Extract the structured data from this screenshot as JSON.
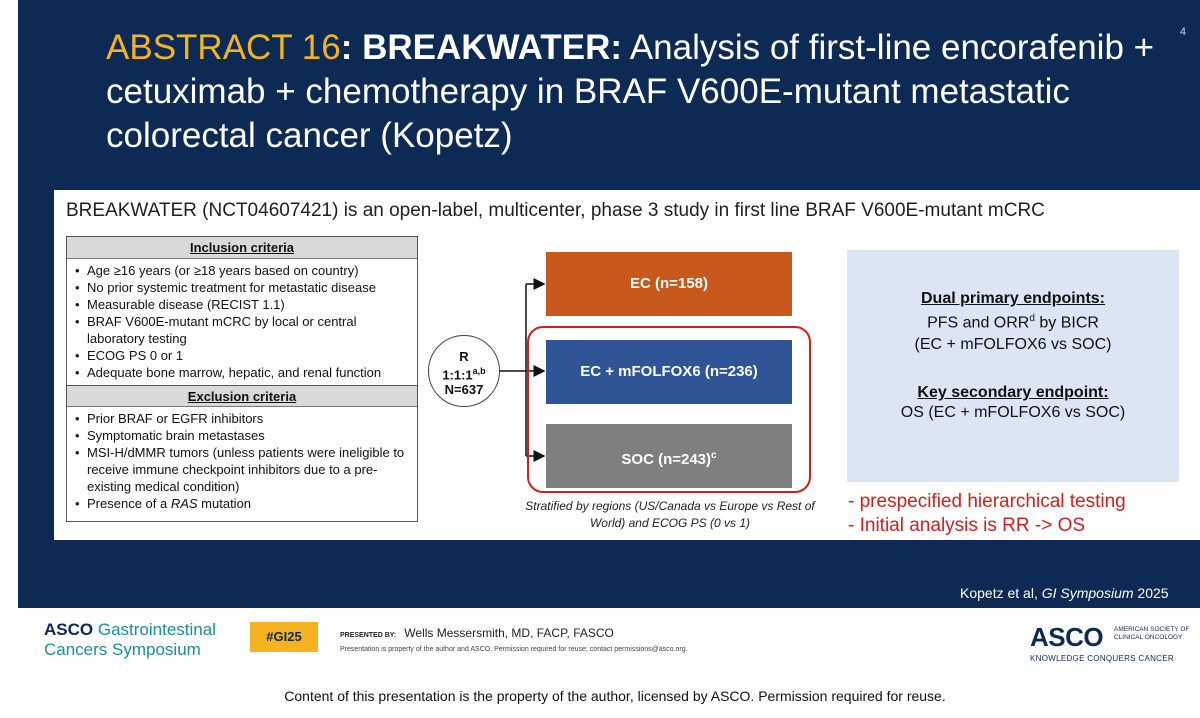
{
  "slide": {
    "page_number": "4",
    "title": {
      "abstract": "ABSTRACT 16",
      "sep": ": ",
      "study": "BREAKWATER:",
      "rest": " Analysis of first-line encorafenib + cetuximab + chemotherapy in BRAF V600E-mutant metastatic colorectal cancer (Kopetz)"
    },
    "content_title": "BREAKWATER (NCT04607421) is an open-label, multicenter, phase 3 study in first line BRAF V600E-mutant mCRC",
    "inclusion": {
      "heading": "Inclusion criteria",
      "items": [
        "Age ≥16 years (or ≥18 years based on country)",
        "No prior systemic treatment for metastatic disease",
        "Measurable disease (RECIST 1.1)",
        "BRAF V600E-mutant mCRC by local or central laboratory testing",
        "ECOG PS 0 or 1",
        "Adequate bone marrow, hepatic, and renal function"
      ]
    },
    "exclusion": {
      "heading": "Exclusion criteria",
      "items": [
        "Prior BRAF or EGFR inhibitors",
        "Symptomatic brain metastases",
        "MSI-H/dMMR tumors (unless patients were ineligible to receive immune checkpoint inhibitors due to a pre-existing medical condition)",
        "Presence of a RAS mutation"
      ]
    },
    "randomization": {
      "line1": "R",
      "line2": "1:1:1",
      "line2_sup": "a,b",
      "line3": "N=637"
    },
    "arms": {
      "ec": "EC (n=158)",
      "ec_mfolfox6": "EC + mFOLFOX6 (n=236)",
      "soc": "SOC (n=243)",
      "soc_sup": "c"
    },
    "stratification": "Stratified by regions (US/Canada vs Europe vs Rest of World) and ECOG PS (0 vs 1)",
    "endpoints": {
      "primary_heading": "Dual primary endpoints:",
      "primary_line1_a": "PFS and ORR",
      "primary_line1_sup": "d",
      "primary_line1_b": " by BICR",
      "primary_line2": "(EC + mFOLFOX6 vs SOC)",
      "secondary_heading": "Key secondary endpoint:",
      "secondary_line": "OS (EC + mFOLFOX6 vs SOC)"
    },
    "notes": [
      "- prespecified hierarchical testing",
      "- Initial analysis is RR -> OS"
    ],
    "citation_a": "Kopetz et al, ",
    "citation_b": "GI Symposium",
    "citation_c": " 2025"
  },
  "footer": {
    "brand_line1_a": "ASCO",
    "brand_line1_b": " Gastrointestinal",
    "brand_line2": "Cancers Symposium",
    "hashtag": "#GI25",
    "presented_by_label": "PRESENTED BY:",
    "presenter": "Wells Messersmith, MD, FACP, FASCO",
    "small_notice": "Presentation is property of the author and ASCO. Permission required for reuse; contact permissions@asco.org.",
    "asco_logo": "ASCO",
    "asco_sub": "AMERICAN SOCIETY OF CLINICAL ONCOLOGY",
    "asco_tagline": "KNOWLEDGE CONQUERS CANCER"
  },
  "bottom_notice": "Content of this presentation is the property of the author, licensed by ASCO. Permission required for reuse.",
  "colors": {
    "slide_bg": "#0d2a54",
    "abstract_accent": "#f5b321",
    "arm_ec": "#c8581b",
    "arm_ec_mfolfox6": "#2f5597",
    "arm_soc": "#7f7f7f",
    "highlight_red": "#d01f1f",
    "endpoint_panel": "#dbe5f3"
  }
}
